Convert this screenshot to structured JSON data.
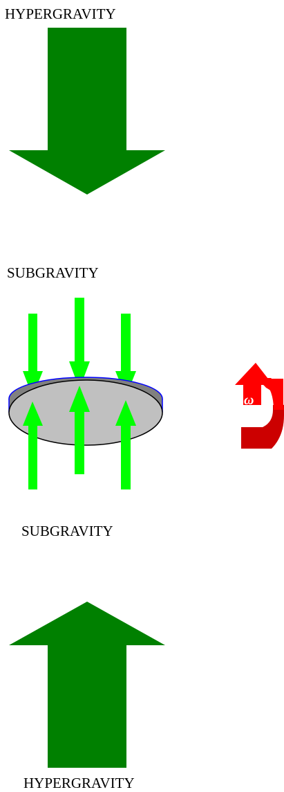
{
  "labels": {
    "top_hypergravity": "HYPERGRAVITY",
    "top_subgravity": "SUBGRAVITY",
    "bottom_subgravity": "SUBGRAVITY",
    "bottom_hypergravity": "HYPERGRAVITY",
    "rotation_symbol": "ω"
  },
  "colors": {
    "hypergravity_arrow": "#008000",
    "subgravity_arrow": "#00ff00",
    "disk_top": "#808080",
    "disk_rim_outline": "#0000ff",
    "disk_bottom": "#c0c0c0",
    "rotation_arrow": "#ff0000",
    "rotation_arrow_shade": "#cc0000",
    "omega_text": "#ffffff"
  },
  "icons": {
    "big_arrows": "block-arrow",
    "small_arrows": "line-arrow",
    "rotation": "curved-rotation-arrow"
  }
}
